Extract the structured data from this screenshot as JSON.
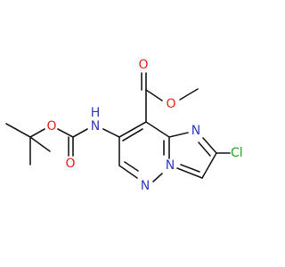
{
  "molecule": {
    "atoms": {
      "ester_O_double": "O",
      "ester_O_single": "O",
      "carbamate_O_single": "O",
      "carbamate_O_double": "O",
      "amide_N": "N",
      "amide_H": "H",
      "imidazole_N": "N",
      "bridge_N": "N",
      "pyridazine_N": "N",
      "chloro": "Cl"
    },
    "colors": {
      "bond": "#1a1a1a",
      "oxygen": "#e8211b",
      "nitrogen": "#2f3bc2",
      "chlorine": "#1fa31f"
    }
  }
}
